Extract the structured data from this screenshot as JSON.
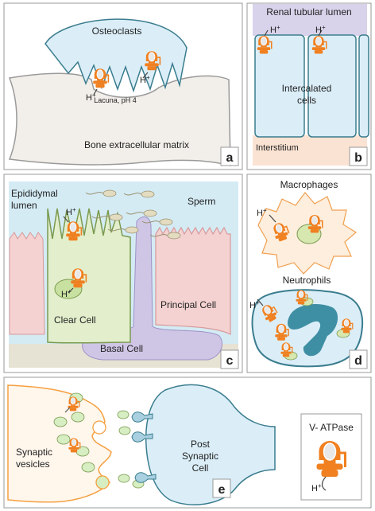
{
  "panels": {
    "a": {
      "tag": "a",
      "osteoclasts": "Osteoclasts",
      "lacuna": "Lacuna, pH 4",
      "matrix": "Bone extracellular matrix",
      "proton": "H",
      "plus": "+"
    },
    "b": {
      "tag": "b",
      "lumen": "Renal tubular lumen",
      "cells_line1": "Intercalated",
      "cells_line2": "cells",
      "interstitium": "Interstitium",
      "proton": "H",
      "plus": "+"
    },
    "c": {
      "tag": "c",
      "lumen_line1": "Epididymal",
      "lumen_line2": "lumen",
      "sperm": "Sperm",
      "clear_cell": "Clear Cell",
      "principal_cell": "Principal Cell",
      "basal_cell": "Basal Cell",
      "proton": "H",
      "plus": "+"
    },
    "d": {
      "tag": "d",
      "macrophages": "Macrophages",
      "neutrophils": "Neutrophils",
      "proton": "H",
      "plus": "+"
    },
    "e": {
      "tag": "e",
      "vesicles_line1": "Synaptic",
      "vesicles_line2": "vesicles",
      "post_line1": "Post",
      "post_line2": "Synaptic",
      "post_line3": "Cell",
      "legend_title": "V- ATPase",
      "proton": "H",
      "plus": "+"
    }
  },
  "colors": {
    "border": "#9a9a9a",
    "pump_orange": "#f08020",
    "bone": "#f2efea",
    "cell_blue": "#dbeef8",
    "cell_edge": "#3a7d8e",
    "lumen_purple": "#d8d2ea",
    "green_cell": "#e3efcc",
    "pink_cell": "#f5d2d2",
    "basal_purple": "#cfc6e6",
    "interstitium": "#fbe3d3",
    "macro_fill": "#fdeedd",
    "macro_edge": "#f0a050",
    "vesicle": "#d7eec2",
    "synapse_orange": "#f5a040"
  }
}
